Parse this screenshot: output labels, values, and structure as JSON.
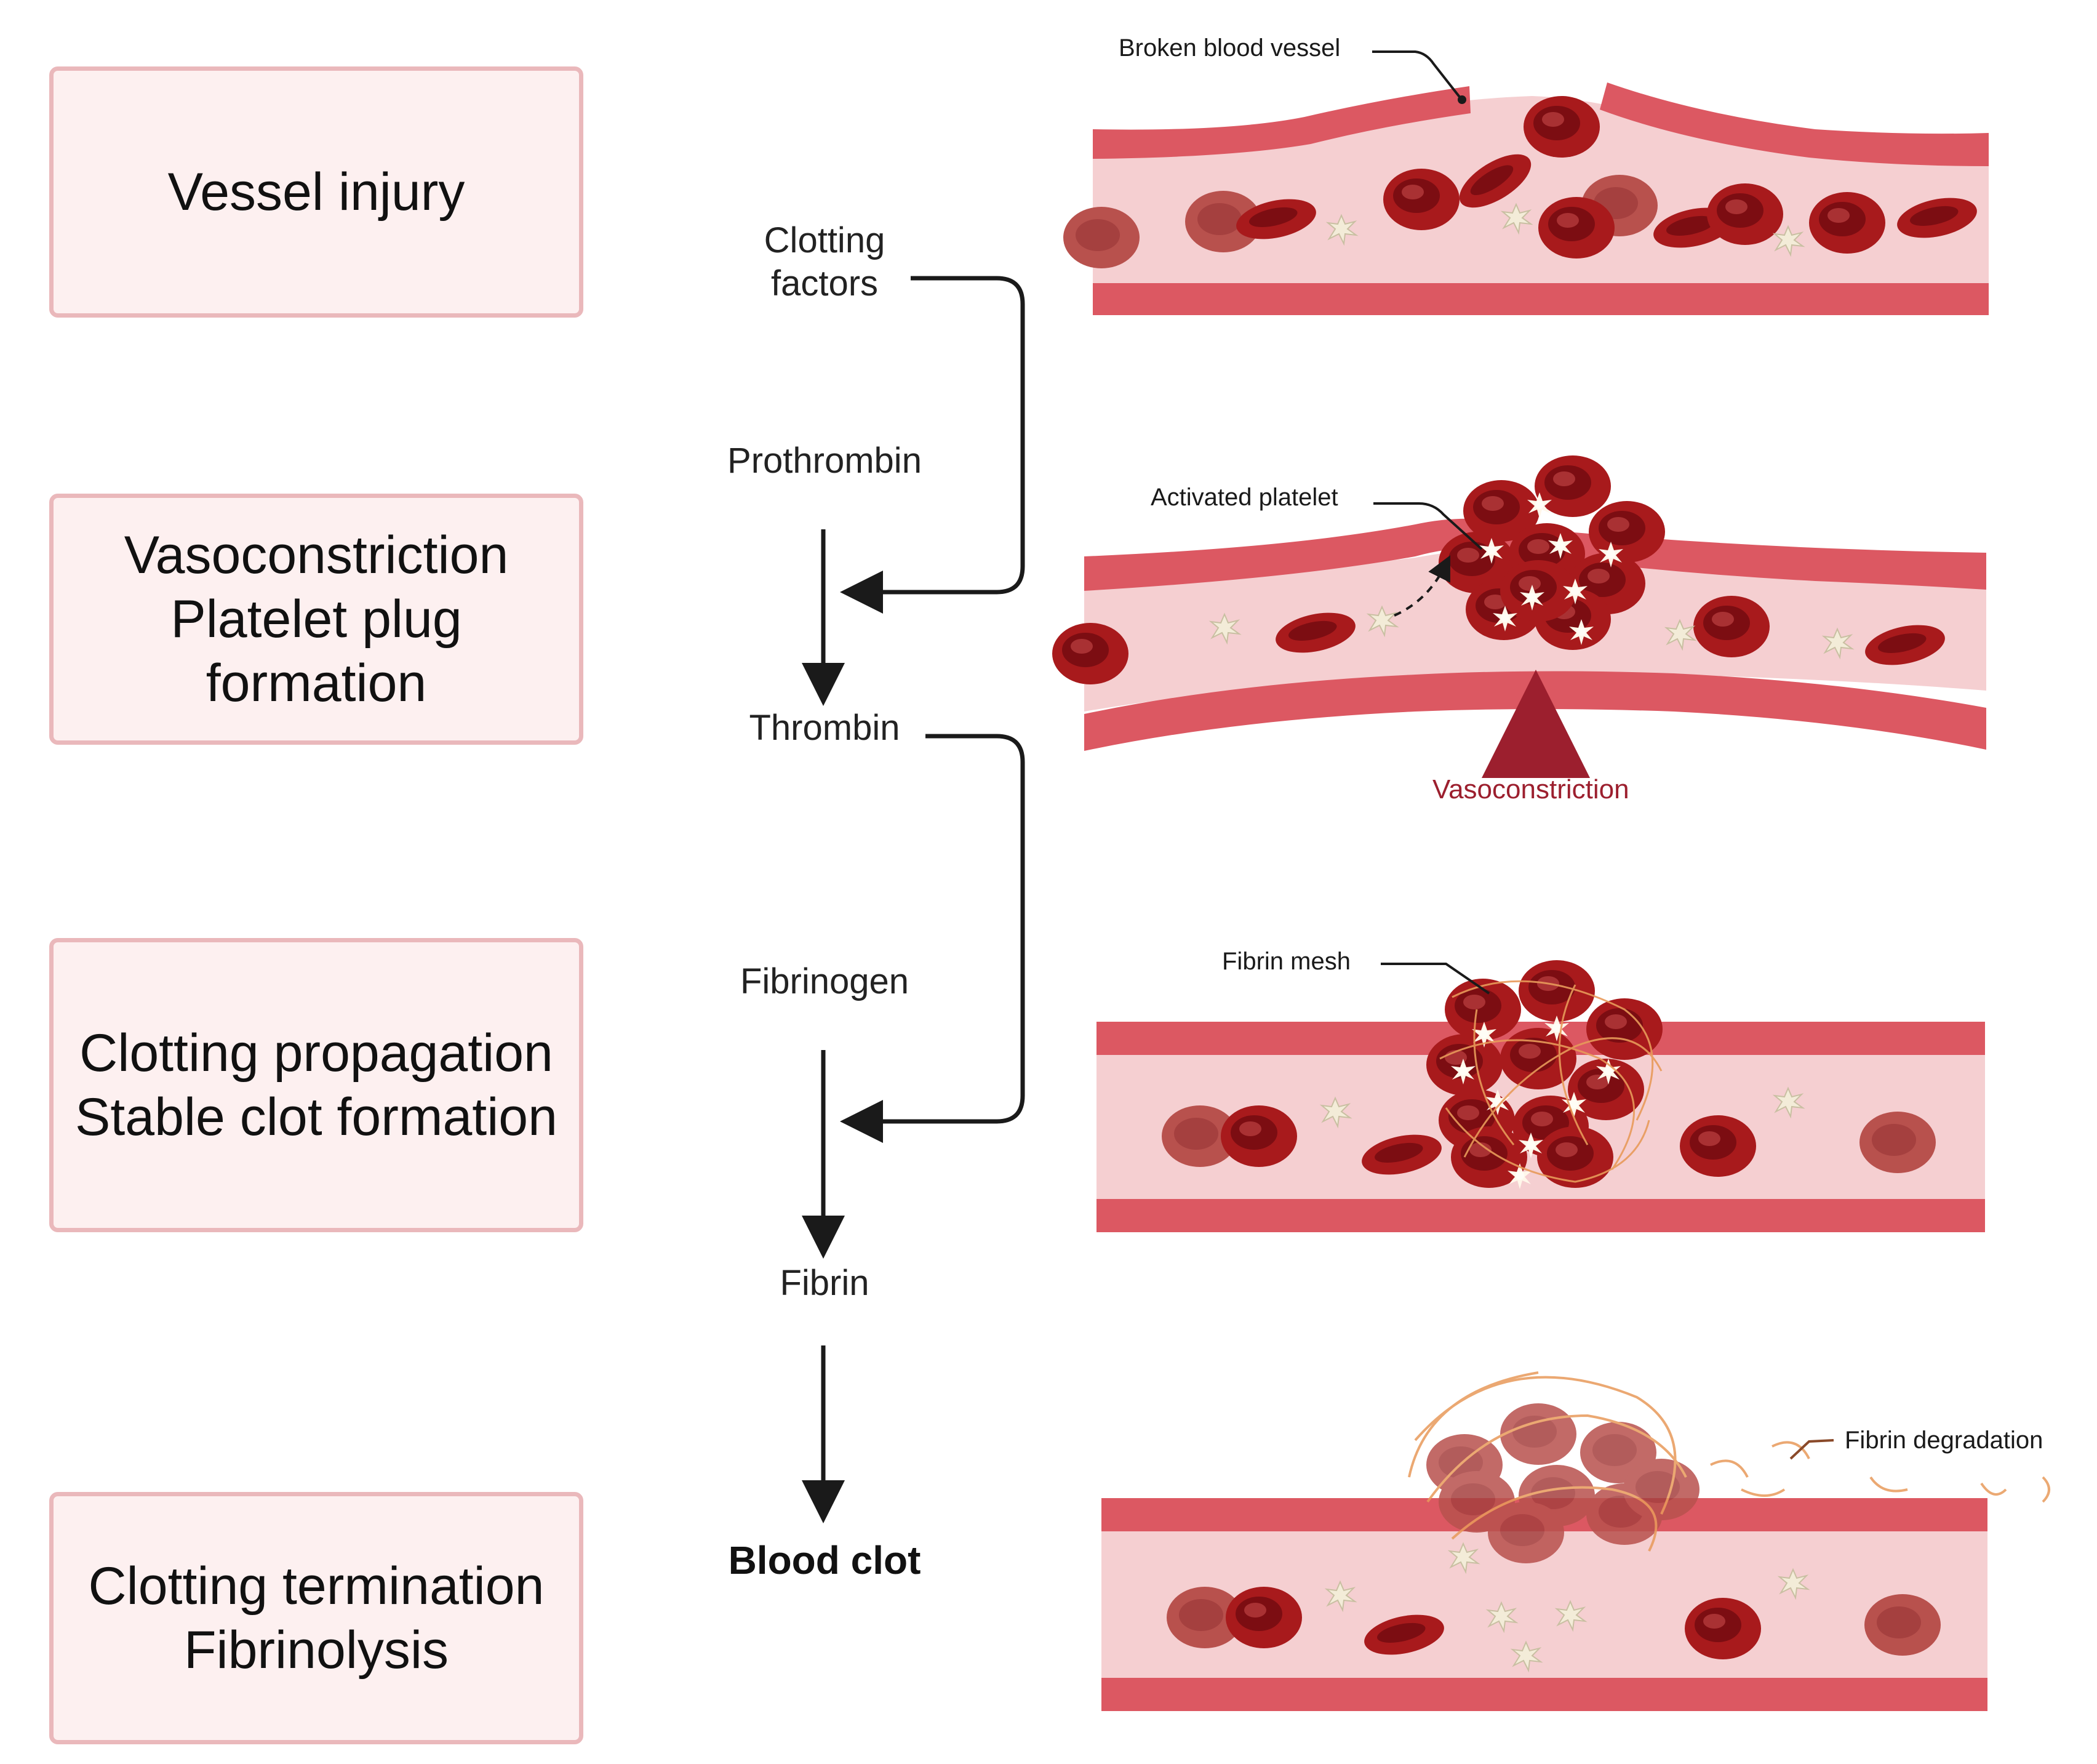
{
  "stages": [
    {
      "lines": [
        "Vessel injury"
      ]
    },
    {
      "lines": [
        "Vasoconstriction",
        "Platelet plug",
        "formation"
      ]
    },
    {
      "lines": [
        "Clotting propagation",
        "Stable clot formation"
      ]
    },
    {
      "lines": [
        "Clotting termination",
        "Fibrinolysis"
      ]
    }
  ],
  "cascade": {
    "clotting_factors": [
      "Clotting",
      "factors"
    ],
    "prothrombin": "Prothrombin",
    "thrombin": "Thrombin",
    "fibrinogen": "Fibrinogen",
    "fibrin": "Fibrin",
    "blood_clot": "Blood clot"
  },
  "annotations": {
    "broken_vessel": "Broken blood vessel",
    "activated_platelet": "Activated platelet",
    "vasoconstriction": "Vasoconstriction",
    "fibrin_mesh": "Fibrin mesh",
    "fibrin_degradation": "Fibrin degradation"
  },
  "colors": {
    "vessel_wall": "#dc5862",
    "vessel_lumen": "#f5cfd1",
    "rbc": "#a81a1c",
    "rbc_faded": "#b8514d",
    "platelet": "#f3ecd8",
    "fibrin": "#e89a5a",
    "box_fill": "#fdf0f0",
    "box_border": "#eab8bb",
    "vasoconstriction_arrow": "#9c1f2e"
  }
}
